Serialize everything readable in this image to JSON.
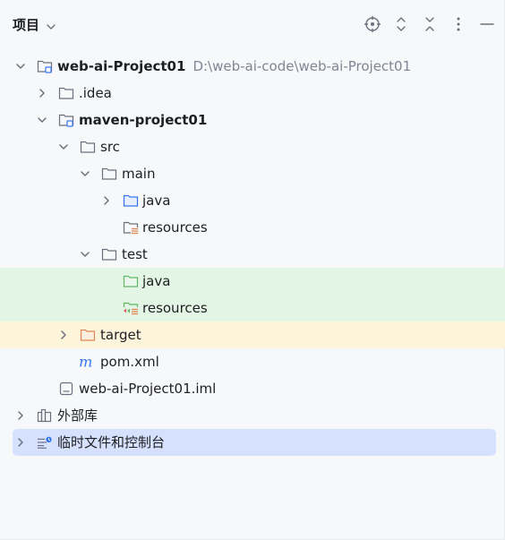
{
  "header": {
    "title": "项目",
    "toolbar_icons": [
      "locate-icon",
      "expand-all-icon",
      "collapse-all-icon",
      "more-icon",
      "minimize-icon"
    ]
  },
  "tree": [
    {
      "label": "web-ai-Project01",
      "hint": "D:\\web-ai-code\\web-ai-Project01",
      "bold": true,
      "icon": "module-folder-icon",
      "expanded": true
    },
    {
      "label": ".idea",
      "icon": "folder-icon",
      "expanded": false
    },
    {
      "label": "maven-project01",
      "bold": true,
      "icon": "module-folder-icon",
      "expanded": true
    },
    {
      "label": "src",
      "icon": "folder-icon",
      "expanded": true
    },
    {
      "label": "main",
      "icon": "folder-icon",
      "expanded": true
    },
    {
      "label": "java",
      "icon": "source-folder-icon",
      "expanded": false
    },
    {
      "label": "resources",
      "icon": "resources-folder-icon"
    },
    {
      "label": "test",
      "icon": "folder-icon",
      "expanded": true
    },
    {
      "label": "java",
      "icon": "test-source-folder-icon"
    },
    {
      "label": "resources",
      "icon": "test-resources-folder-icon"
    },
    {
      "label": "target",
      "icon": "excluded-folder-icon",
      "expanded": false
    },
    {
      "label": "pom.xml",
      "icon": "maven-icon"
    },
    {
      "label": "web-ai-Project01.iml",
      "icon": "iml-file-icon"
    },
    {
      "label": "外部库",
      "icon": "libraries-icon",
      "expanded": false
    },
    {
      "label": "临时文件和控制台",
      "icon": "scratches-icon",
      "expanded": false
    }
  ],
  "colors": {
    "background": "#f7f8fa",
    "test_highlight": "#e3f5e4",
    "excluded_highlight": "#fdf4dc",
    "selection": "#d5e1fd",
    "hint_text": "#818594"
  }
}
